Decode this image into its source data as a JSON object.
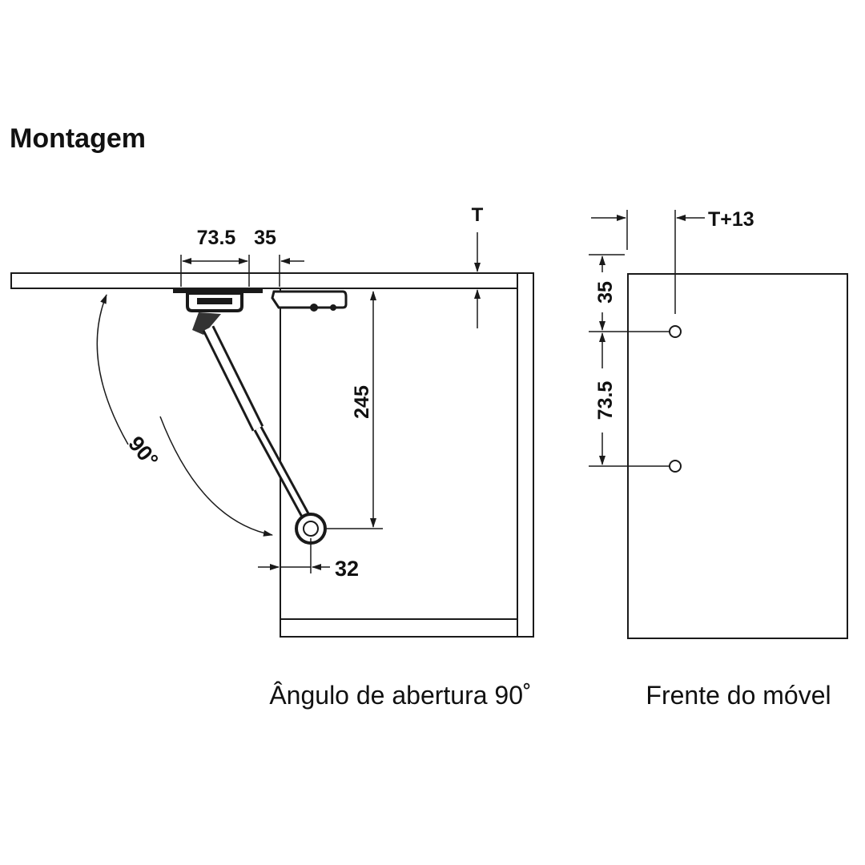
{
  "title": "Montagem",
  "side_view": {
    "caption": "Ângulo de abertura 90˚",
    "dims": {
      "hinge_offset": "73.5",
      "edge_offset": "35",
      "thickness": "T",
      "height": "245",
      "depth": "32",
      "angle": "90°"
    }
  },
  "front_view": {
    "caption": "Frente do móvel",
    "dims": {
      "side_offset": "T+13",
      "top_offset": "35",
      "hole_spacing": "73.5"
    }
  },
  "colors": {
    "line": "#1a1a1a",
    "background": "#ffffff"
  }
}
